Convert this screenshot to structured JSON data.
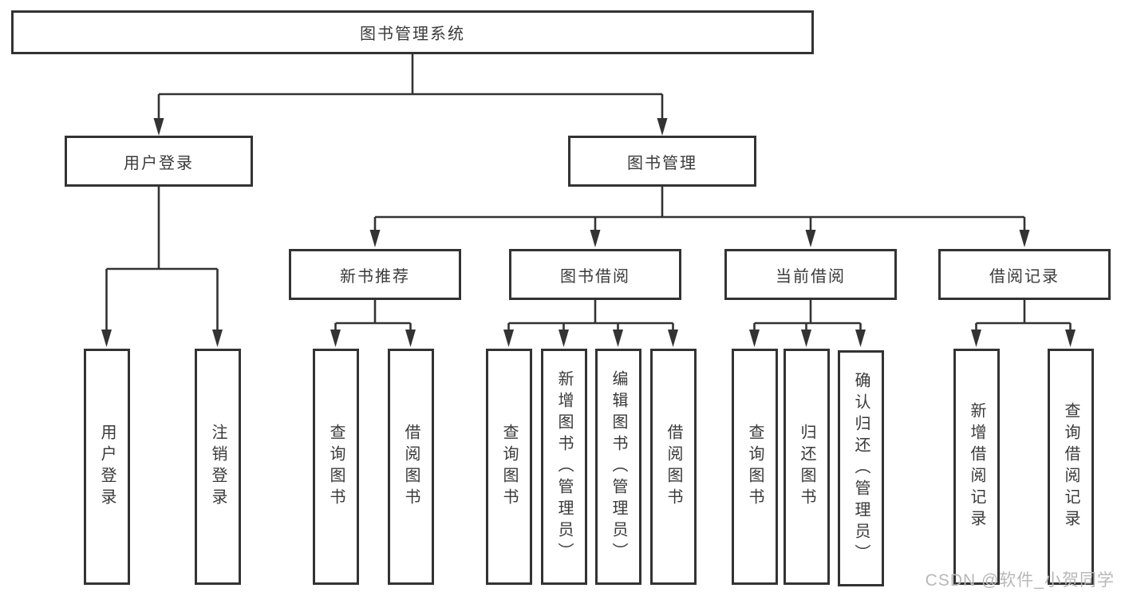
{
  "diagram": {
    "title": "图书管理系统",
    "level2": {
      "user_login": "用户登录",
      "book_management": "图书管理"
    },
    "level3": {
      "new_book_recommend": "新书推荐",
      "book_borrow": "图书借阅",
      "current_borrow": "当前借阅",
      "borrow_records": "借阅记录"
    },
    "leaves": {
      "user_login": [
        "用户登录",
        "注销登录"
      ],
      "new_book_recommend": [
        "查询图书",
        "借阅图书"
      ],
      "book_borrow": [
        "查询图书",
        "新增图书（管理员）",
        "编辑图书（管理员）",
        "借阅图书"
      ],
      "current_borrow": [
        "查询图书",
        "归还图书",
        "确认归还（管理员）"
      ],
      "borrow_records": [
        "新增借阅记录",
        "查询借阅记录"
      ]
    }
  },
  "watermark": {
    "text": "CSDN @软件_小贺同学"
  },
  "colors": {
    "line": "#333333",
    "box_border": "#333333",
    "text": "#3a3a3a",
    "watermark": "#b8b8b8",
    "background": "#ffffff"
  }
}
